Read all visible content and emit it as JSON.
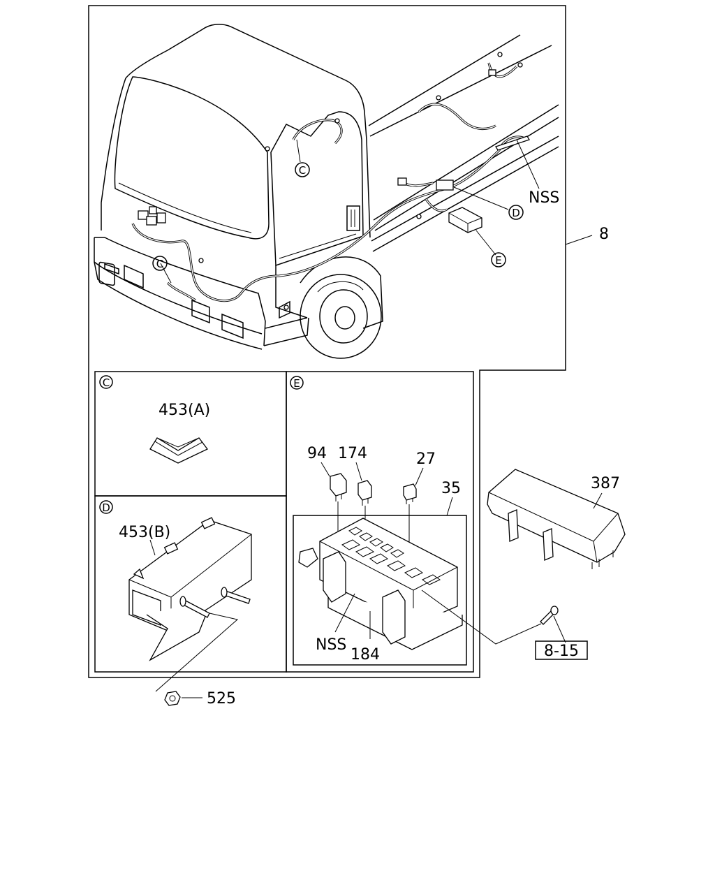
{
  "callouts": {
    "assembly": "8",
    "nss_top": "NSS",
    "ref_c_top": "C",
    "ref_c_front": "C",
    "ref_d": "D",
    "ref_e": "E",
    "inset_c_title": "C",
    "inset_d_title": "D",
    "inset_e_title": "E",
    "part_453a": "453(A)",
    "part_453b": "453(B)",
    "part_94": "94",
    "part_174": "174",
    "part_27": "27",
    "part_35": "35",
    "part_387": "387",
    "nss_box": "NSS",
    "part_184": "184",
    "ref_8_15": "8-15",
    "part_525": "525"
  }
}
